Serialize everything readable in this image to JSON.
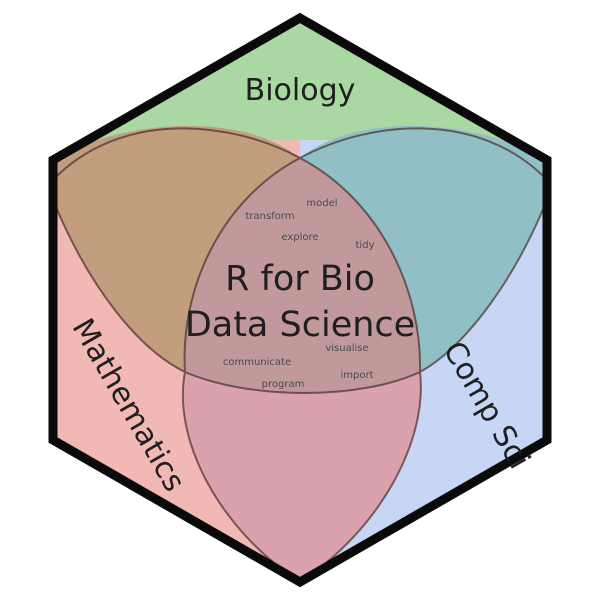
{
  "labels": {
    "biology": "Biology",
    "mathematics": "Mathematics",
    "comp_sci": "Comp Sci"
  },
  "center": {
    "line1": "R for Bio",
    "line2": "Data Science"
  },
  "words": {
    "model": "model",
    "transform": "transform",
    "explore": "explore",
    "tidy": "tidy",
    "visualise": "visualise",
    "communicate": "communicate",
    "import": "import",
    "program": "program"
  },
  "colors": {
    "biology": "#a9d8a3",
    "mathematics": "#f1b8b4",
    "comp_sci": "#c6d6f4",
    "bio_math": "#c29d7e",
    "bio_cs": "#90c0c6",
    "math_cs": "#d9a2ad",
    "center": "#c1999b",
    "outline": "#0a0a0a"
  }
}
